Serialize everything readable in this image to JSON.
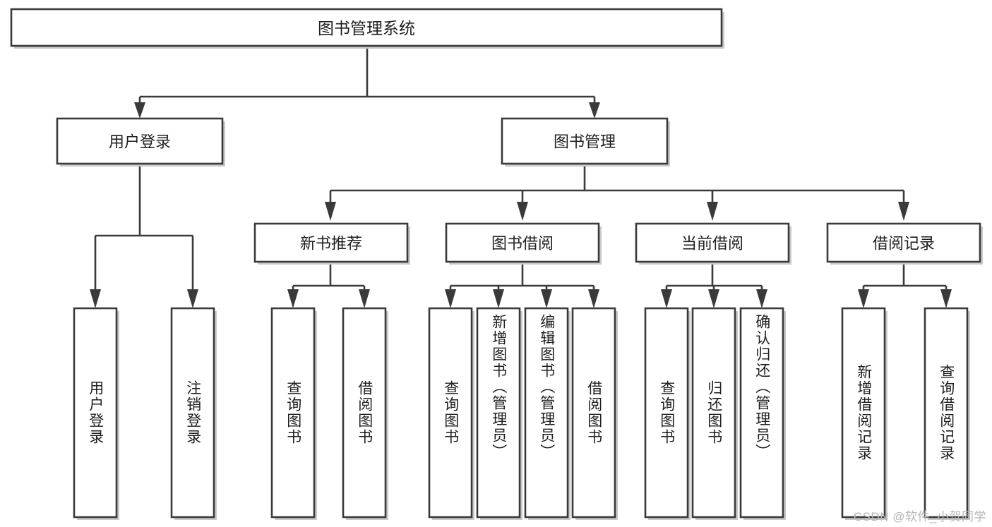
{
  "diagram": {
    "title": "图书管理系统",
    "type": "tree-hierarchy",
    "orientation": "top-down",
    "box_fill": "#ffffff",
    "box_stroke": "#3a3a3a",
    "connector_color": "#3a3a3a",
    "background": "#ffffff",
    "root": {
      "id": "root",
      "label": "图书管理系统",
      "level": 0,
      "orientation": "horizontal"
    },
    "level2": [
      {
        "id": "user-login",
        "label": "用户登录",
        "level": 1,
        "orientation": "horizontal"
      },
      {
        "id": "book-manage",
        "label": "图书管理",
        "level": 1,
        "orientation": "horizontal"
      }
    ],
    "level3": [
      {
        "id": "new-book-rec",
        "label": "新书推荐",
        "level": 2,
        "orientation": "horizontal",
        "parent": "book-manage"
      },
      {
        "id": "book-borrow",
        "label": "图书借阅",
        "level": 2,
        "orientation": "horizontal",
        "parent": "book-manage"
      },
      {
        "id": "current-borrow",
        "label": "当前借阅",
        "level": 2,
        "orientation": "horizontal",
        "parent": "book-manage"
      },
      {
        "id": "borrow-record",
        "label": "借阅记录",
        "level": 2,
        "orientation": "horizontal",
        "parent": "book-manage"
      }
    ],
    "leaves": [
      {
        "id": "leaf-user-login",
        "label": "用户登录",
        "level": 2,
        "orientation": "vertical",
        "parent": "user-login"
      },
      {
        "id": "leaf-logout",
        "label": "注销登录",
        "level": 2,
        "orientation": "vertical",
        "parent": "user-login"
      },
      {
        "id": "leaf-query-book-1",
        "label": "查询图书",
        "level": 3,
        "orientation": "vertical",
        "parent": "new-book-rec"
      },
      {
        "id": "leaf-borrow-book-1",
        "label": "借阅图书",
        "level": 3,
        "orientation": "vertical",
        "parent": "new-book-rec"
      },
      {
        "id": "leaf-query-book-2",
        "label": "查询图书",
        "level": 3,
        "orientation": "vertical",
        "parent": "book-borrow"
      },
      {
        "id": "leaf-add-book",
        "label": "新增图书（管理员）",
        "level": 3,
        "orientation": "vertical",
        "parent": "book-borrow"
      },
      {
        "id": "leaf-edit-book",
        "label": "编辑图书（管理员）",
        "level": 3,
        "orientation": "vertical",
        "parent": "book-borrow"
      },
      {
        "id": "leaf-borrow-book-2",
        "label": "借阅图书",
        "level": 3,
        "orientation": "vertical",
        "parent": "book-borrow"
      },
      {
        "id": "leaf-query-book-3",
        "label": "查询图书",
        "level": 3,
        "orientation": "vertical",
        "parent": "current-borrow"
      },
      {
        "id": "leaf-return-book",
        "label": "归还图书",
        "level": 3,
        "orientation": "vertical",
        "parent": "current-borrow"
      },
      {
        "id": "leaf-confirm-return",
        "label": "确认归还（管理员）",
        "level": 3,
        "orientation": "vertical",
        "parent": "current-borrow"
      },
      {
        "id": "leaf-add-record",
        "label": "新增借阅记录",
        "level": 3,
        "orientation": "vertical",
        "parent": "borrow-record"
      },
      {
        "id": "leaf-query-record",
        "label": "查询借阅记录",
        "level": 3,
        "orientation": "vertical",
        "parent": "borrow-record"
      }
    ]
  },
  "watermark": {
    "text": "CSDN @软件_小贺同学",
    "color": "#b6b6b6"
  }
}
